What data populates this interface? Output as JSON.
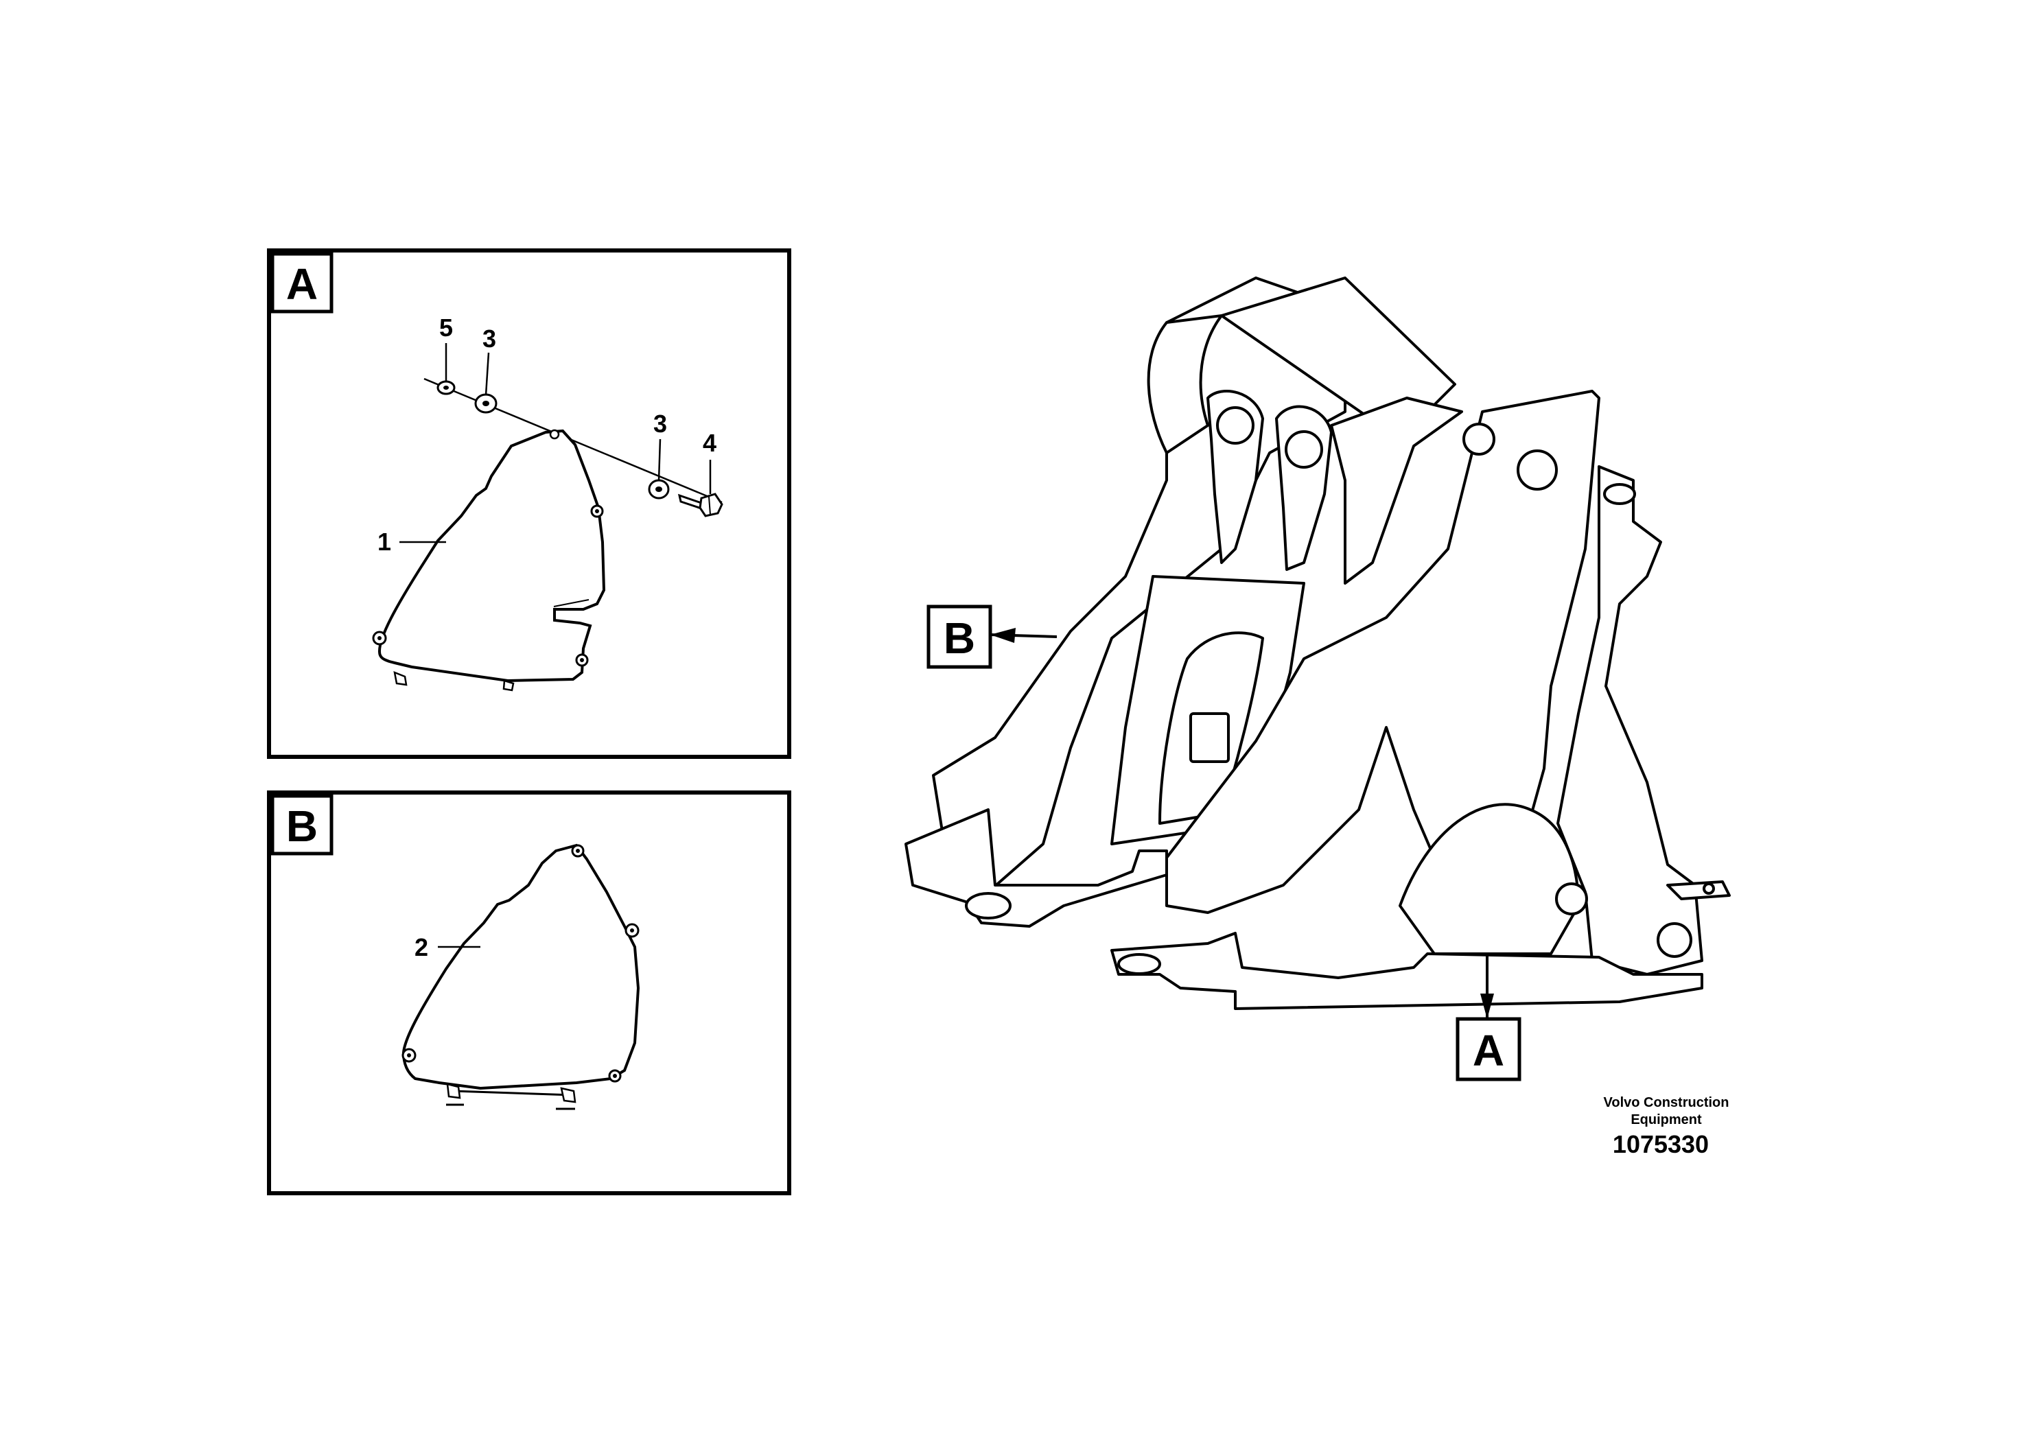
{
  "detail_views": {
    "a": {
      "label": "A",
      "callouts": [
        "5",
        "3",
        "3",
        "4",
        "1"
      ]
    },
    "b": {
      "label": "B",
      "callouts": [
        "2"
      ]
    }
  },
  "main_view": {
    "pointer_b": "B",
    "pointer_a": "A"
  },
  "footer": {
    "company_line1": "Volvo Construction",
    "company_line2": "Equipment",
    "drawing_number": "1075330"
  }
}
